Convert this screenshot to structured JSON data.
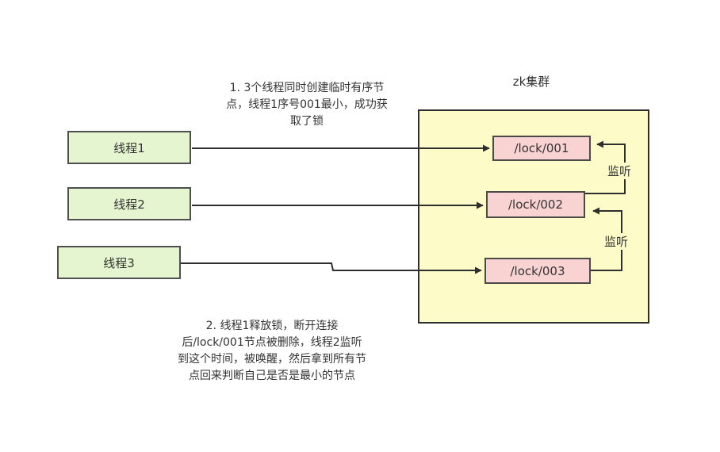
{
  "cluster": {
    "title": "zk集群",
    "nodes": [
      "/lock/001",
      "/lock/002",
      "/lock/003"
    ],
    "watch_label": "监听"
  },
  "threads": [
    "线程1",
    "线程2",
    "线程3"
  ],
  "notes": {
    "step1": [
      "1. 3个线程同时创建临时有序节",
      "点，线程1序号001最小，成功获",
      "取了锁"
    ],
    "step2": [
      "2. 线程1释放锁，断开连接",
      "后/lock/001节点被删除，线程2监听",
      "到这个时间，被唤醒，然后拿到所有节",
      "点回来判断自己是否是最小的节点"
    ]
  },
  "colors": {
    "cluster_fill": "#fdfbc7",
    "thread_fill": "#e5f5cf",
    "node_fill": "#f9d2d2",
    "stroke": "#2e2e2e"
  }
}
